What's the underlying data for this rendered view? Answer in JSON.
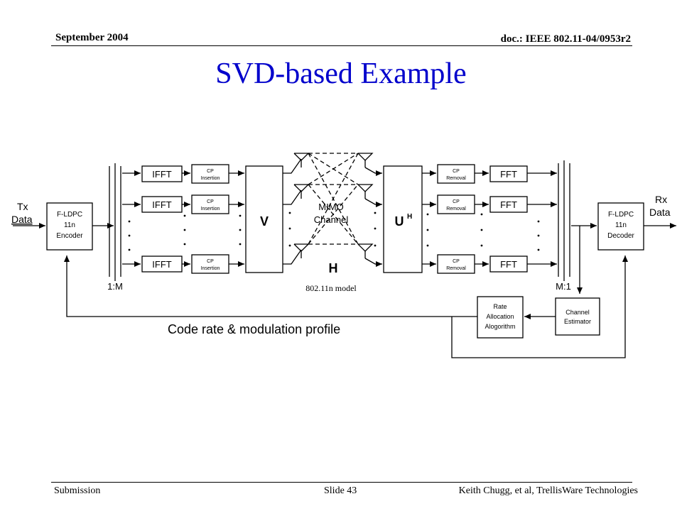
{
  "header": {
    "date": "September 2004",
    "doc_id": "doc.: IEEE 802.11-04/0953r2"
  },
  "title": "SVD-based Example",
  "footer": {
    "submission": "Submission",
    "slide": "Slide 43",
    "author": "Keith Chugg, et al, TrellisWare  Technologies"
  },
  "diagram": {
    "tx_label": [
      "Tx",
      "Data"
    ],
    "rx_label": [
      "Rx",
      "Data"
    ],
    "encoder": [
      "F-LDPC",
      "11n",
      "Encoder"
    ],
    "decoder": [
      "F-LDPC",
      "11n",
      "Decoder"
    ],
    "ifft": "IFFT",
    "fft": "FFT",
    "cp_insertion": [
      "CP",
      "Insertion"
    ],
    "cp_removal": [
      "CP",
      "Removal"
    ],
    "v_matrix": "V",
    "uh_matrix": "U",
    "uh_sup": "H",
    "mimo_channel": [
      "MIMO",
      "Channel"
    ],
    "h_label": "H",
    "model_label": "802.11n model",
    "demux_label": "1:M",
    "mux_label": "M:1",
    "rate_allocation": [
      "Rate",
      "Allocation",
      "Alogorithm"
    ],
    "channel_estimator": [
      "Channel",
      "Estimator"
    ],
    "feedback_label": "Code rate & modulation profile"
  }
}
